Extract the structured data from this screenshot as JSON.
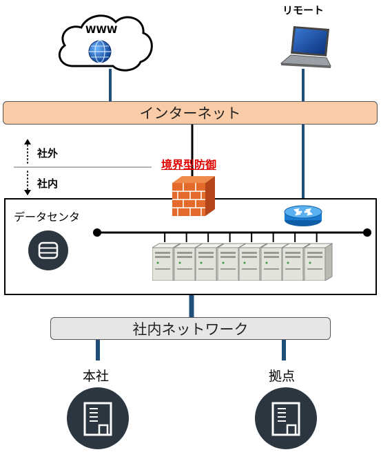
{
  "labels": {
    "www": "WWW",
    "remote": "リモート",
    "internet": "インターネット",
    "outside": "社外",
    "inside": "社内",
    "perimeter_defense": "境界型防御",
    "data_center": "データセンタ",
    "internal_network": "社内ネットワーク",
    "headquarters": "本社",
    "branch": "拠点"
  },
  "colors": {
    "internet_bar": "#f9cba6",
    "internal_bar": "#e6e6e6",
    "link": "#1f4e79",
    "perimeter_text": "#e00000",
    "icon_circle": "#2b3640"
  },
  "icons": {
    "cloud": "cloud-icon",
    "globe": "globe-icon",
    "laptop": "laptop-icon",
    "firewall": "firewall-icon",
    "router": "router-icon",
    "database": "database-icon",
    "server": "server-icon",
    "building": "building-icon"
  },
  "server_count": 8
}
